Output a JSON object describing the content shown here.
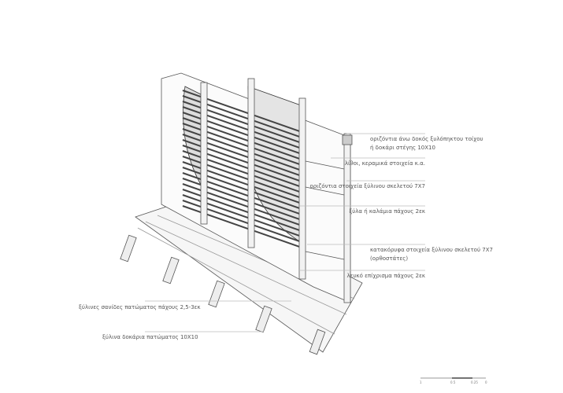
{
  "labels_right": [
    {
      "lines": [
        "οριζόντια άνω δοκός ξυλόπηκτου τοίχου",
        "ή δοκάρι στέγης 10Χ10"
      ]
    },
    {
      "lines": [
        "λίθοι, κεραμικά στοιχεία κ.α."
      ]
    },
    {
      "lines": [
        "οριζόντια στοιχεία ξύλινου σκελετού 7Χ7"
      ]
    },
    {
      "lines": [
        "ξύλα ή καλάμια πάχους 2εκ"
      ]
    },
    {
      "lines": [
        "κατακόρυφα στοιχεία ξύλινου σκελετού 7Χ7",
        "(ορθοστάτες)"
      ]
    },
    {
      "lines": [
        "λευκό επίχρισμα πάχους 2εκ"
      ]
    }
  ],
  "labels_left": [
    {
      "text": "ξύλινες σανίδες πατώματος πάχους 2,5-3εκ"
    },
    {
      "text": "ξύλινα δοκάρια πατώματος 10Χ10"
    }
  ],
  "scale_bar": {
    "ticks": [
      "1",
      "0.5",
      "0.25",
      "0"
    ]
  },
  "colors": {
    "ink": "#444444",
    "leader": "#bbbbbb",
    "text": "#555555"
  }
}
